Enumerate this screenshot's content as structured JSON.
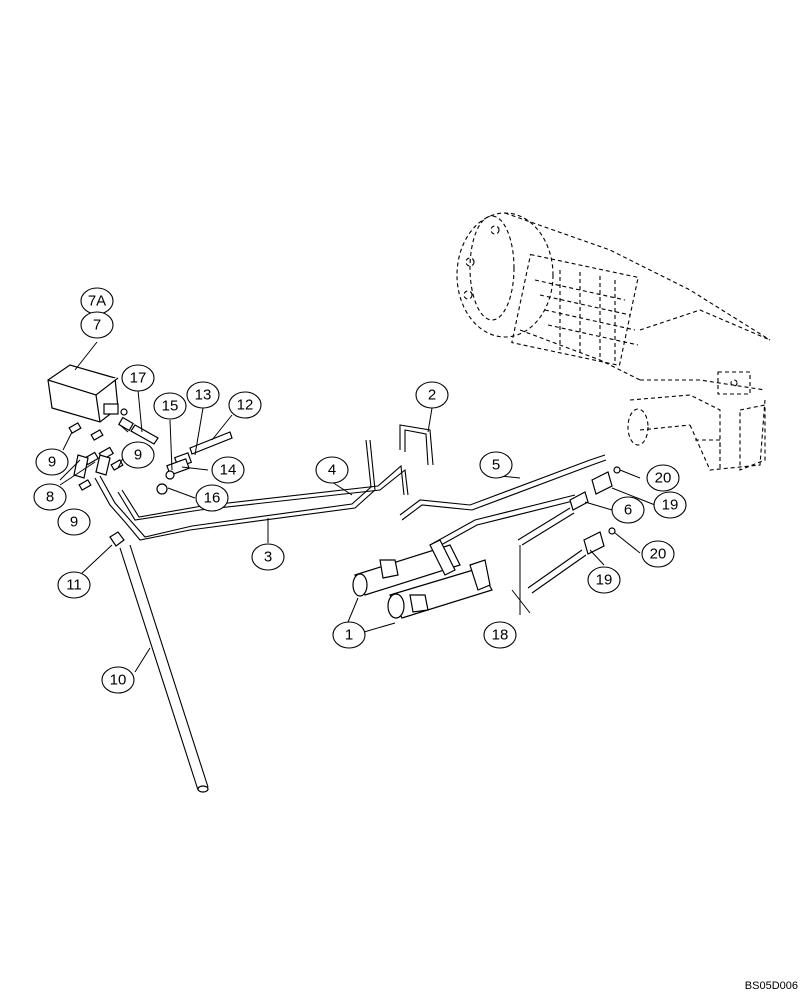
{
  "drawing_code": "BS05D006",
  "callouts": [
    {
      "id": "c7a",
      "label": "7A"
    },
    {
      "id": "c7",
      "label": "7"
    },
    {
      "id": "c17",
      "label": "17"
    },
    {
      "id": "c15",
      "label": "15"
    },
    {
      "id": "c13",
      "label": "13"
    },
    {
      "id": "c12",
      "label": "12"
    },
    {
      "id": "c2",
      "label": "2"
    },
    {
      "id": "c9a",
      "label": "9"
    },
    {
      "id": "c9b",
      "label": "9"
    },
    {
      "id": "c9c",
      "label": "9"
    },
    {
      "id": "c8",
      "label": "8"
    },
    {
      "id": "c14",
      "label": "14"
    },
    {
      "id": "c16",
      "label": "16"
    },
    {
      "id": "c4",
      "label": "4"
    },
    {
      "id": "c5",
      "label": "5"
    },
    {
      "id": "c20a",
      "label": "20"
    },
    {
      "id": "c19a",
      "label": "19"
    },
    {
      "id": "c6",
      "label": "6"
    },
    {
      "id": "c3",
      "label": "3"
    },
    {
      "id": "c11",
      "label": "11"
    },
    {
      "id": "c20b",
      "label": "20"
    },
    {
      "id": "c19b",
      "label": "19"
    },
    {
      "id": "c1",
      "label": "1"
    },
    {
      "id": "c18",
      "label": "18"
    },
    {
      "id": "c10",
      "label": "10"
    }
  ]
}
